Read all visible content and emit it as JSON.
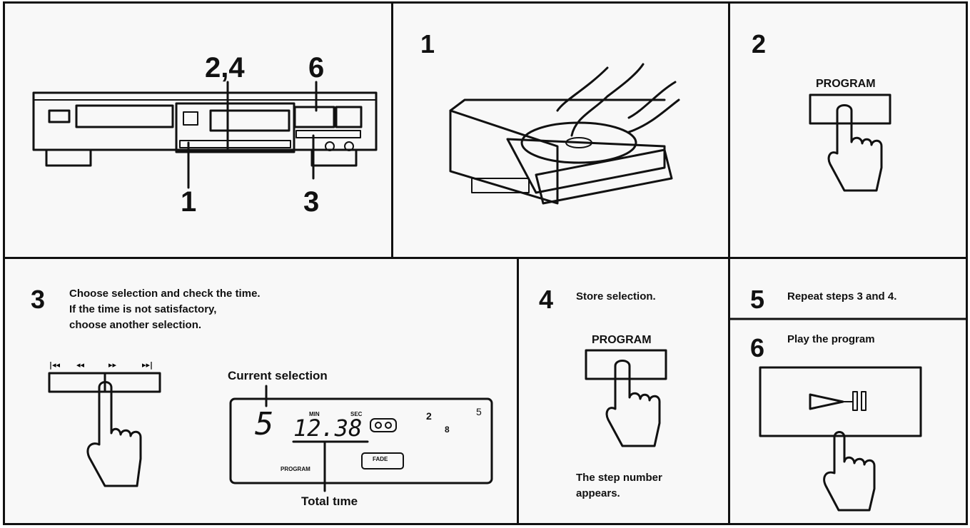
{
  "overview": {
    "callouts": [
      "2,4",
      "6",
      "1",
      "3"
    ]
  },
  "step1": {
    "number": "1"
  },
  "step2": {
    "number": "2",
    "button_label": "PROGRAM"
  },
  "step3": {
    "number": "3",
    "instruction_lines": [
      "Choose selection and check the time.",
      "If the time is not satisfactory,",
      "choose another selection."
    ],
    "display": {
      "current_selection_label": "Current selection",
      "total_time_label": "Total tıme",
      "track": "5",
      "time": "12.38",
      "min_label": "MIN",
      "sec_label": "SEC",
      "program_label": "PROGRAM",
      "fade_label": "FADE",
      "step_indicator": "2",
      "calendar_value": "8",
      "tiny_step": "5"
    }
  },
  "step4": {
    "number": "4",
    "instruction": "Store selection.",
    "button_label": "PROGRAM",
    "note_lines": [
      "The step number",
      "appears."
    ]
  },
  "step5": {
    "number": "5",
    "instruction": "Repeat steps 3 and 4."
  },
  "step6": {
    "number": "6",
    "instruction": "Play the program"
  }
}
